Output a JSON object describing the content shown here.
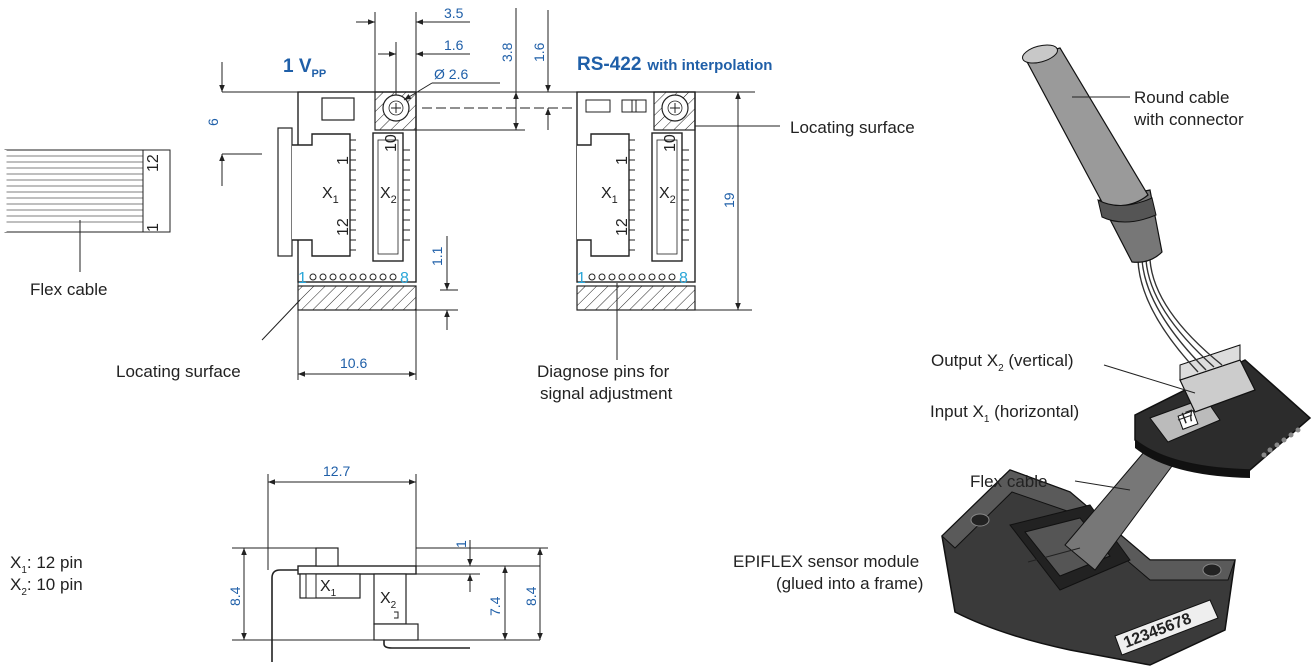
{
  "titles": {
    "vpp_main": "1 V",
    "vpp_sub": "PP",
    "rs422_main": "RS-422",
    "rs422_suffix": "with interpolation"
  },
  "dimensions": {
    "d_3_5": "3.5",
    "d_1_6_top": "1.6",
    "d_dia": "Ø 2.6",
    "d_3_8": "3.8",
    "d_1_6_right": "1.6",
    "d_6": "6",
    "d_19": "19",
    "d_1_1": "1.1",
    "d_10_6": "10.6",
    "d_12_7": "12.7",
    "d_1": "1",
    "d_8_4_left": "8.4",
    "d_7_4": "7.4",
    "d_8_4_right": "8.4"
  },
  "labels": {
    "flex_cable_left": "Flex cable",
    "locating_surface_bottom": "Locating surface",
    "locating_surface_right": "Locating surface",
    "diagnose_pins_line1": "Diagnose pins for",
    "diagnose_pins_line2": "signal adjustment",
    "round_cable_line1": "Round cable",
    "round_cable_line2": "with connector",
    "output_x2_pre": "Output X",
    "output_x2_sub": "2",
    "output_x2_post": " (vertical)",
    "input_x1_pre": "Input X",
    "input_x1_sub": "1",
    "input_x1_post": " (horizontal)",
    "flex_cable_right": "Flex cable",
    "epiflex_line1": "EPIFLEX sensor module",
    "epiflex_line2": "(glued into a frame)"
  },
  "pin_legend": {
    "x1_letter": "X",
    "x1_sub": "1",
    "x1_text": ": 12 pin",
    "x2_letter": "X",
    "x2_sub": "2",
    "x2_text": ": 10 pin"
  },
  "connector_marks": {
    "x_letter": "X",
    "x1_sub": "1",
    "x2_sub": "2",
    "pin_1": "1",
    "pin_12": "12",
    "pin_10": "10",
    "pin_8": "8",
    "flex_12": "12",
    "flex_1": "1"
  },
  "module_marking": "12345678",
  "module_chip": "I7"
}
